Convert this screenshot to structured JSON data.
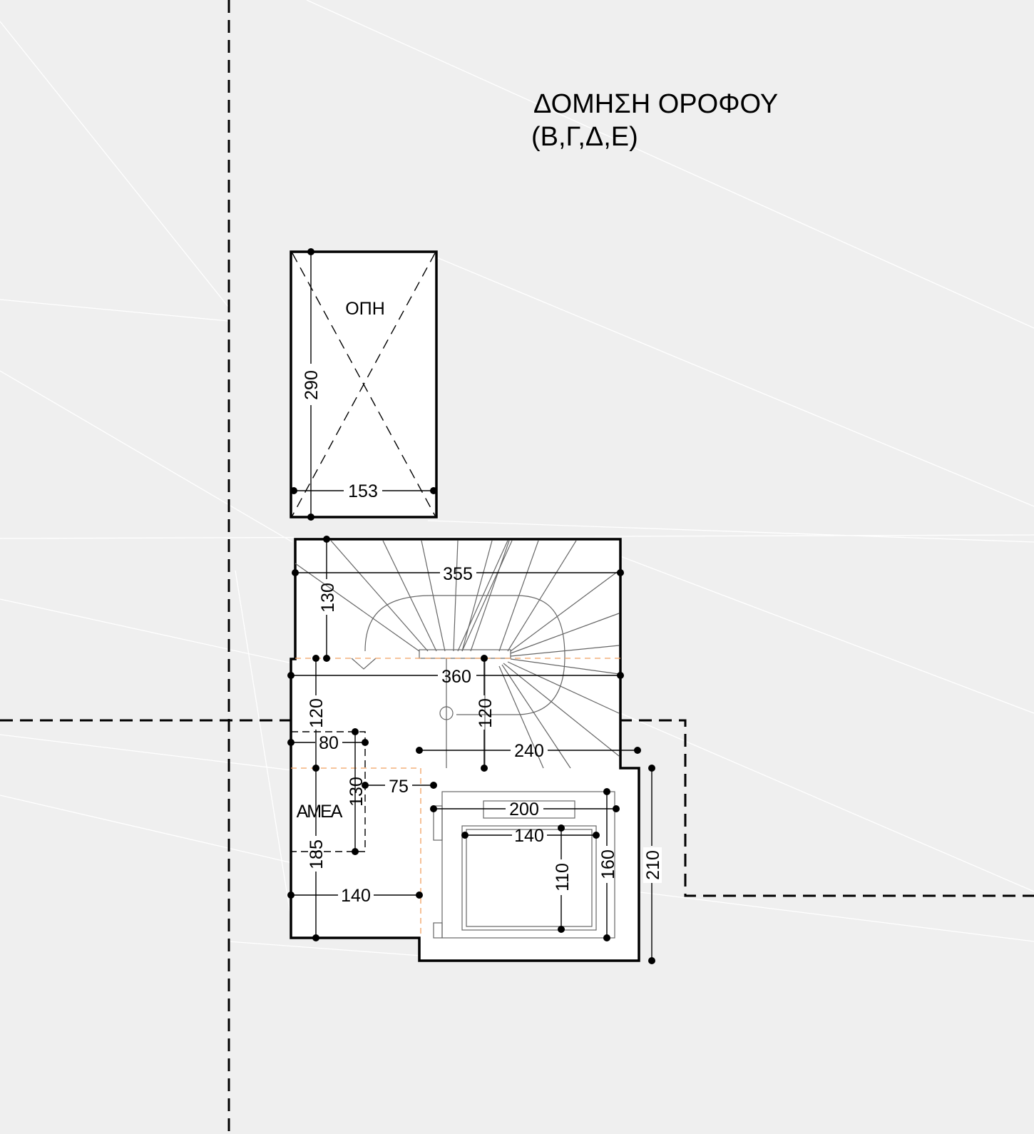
{
  "title": {
    "line1": "ΔΟΜΗΣΗ ΟΡΟΦΟΥ",
    "line2": "(Β,Γ,Δ,Ε)"
  },
  "labels": {
    "opening": "ΟΠΗ",
    "accessible": "ΑΜΕΑ"
  },
  "dimensions": {
    "opening_height": "290",
    "opening_width": "153",
    "stair_width": "355",
    "stair_depth": "130",
    "landing_width": "360",
    "landing_depth_left": "120",
    "landing_depth_center": "120",
    "wc_80": "80",
    "wc_130": "130",
    "wc_75": "75",
    "wc_185": "185",
    "wc_140": "140",
    "lift_240": "240",
    "lift_200": "200",
    "lift_140": "140",
    "lift_110": "110",
    "lift_160": "160",
    "lift_210": "210"
  },
  "colors": {
    "background": "#efefef",
    "walls": "#000000",
    "floor": "#ffffff",
    "guide_lines": "#f0a060"
  }
}
